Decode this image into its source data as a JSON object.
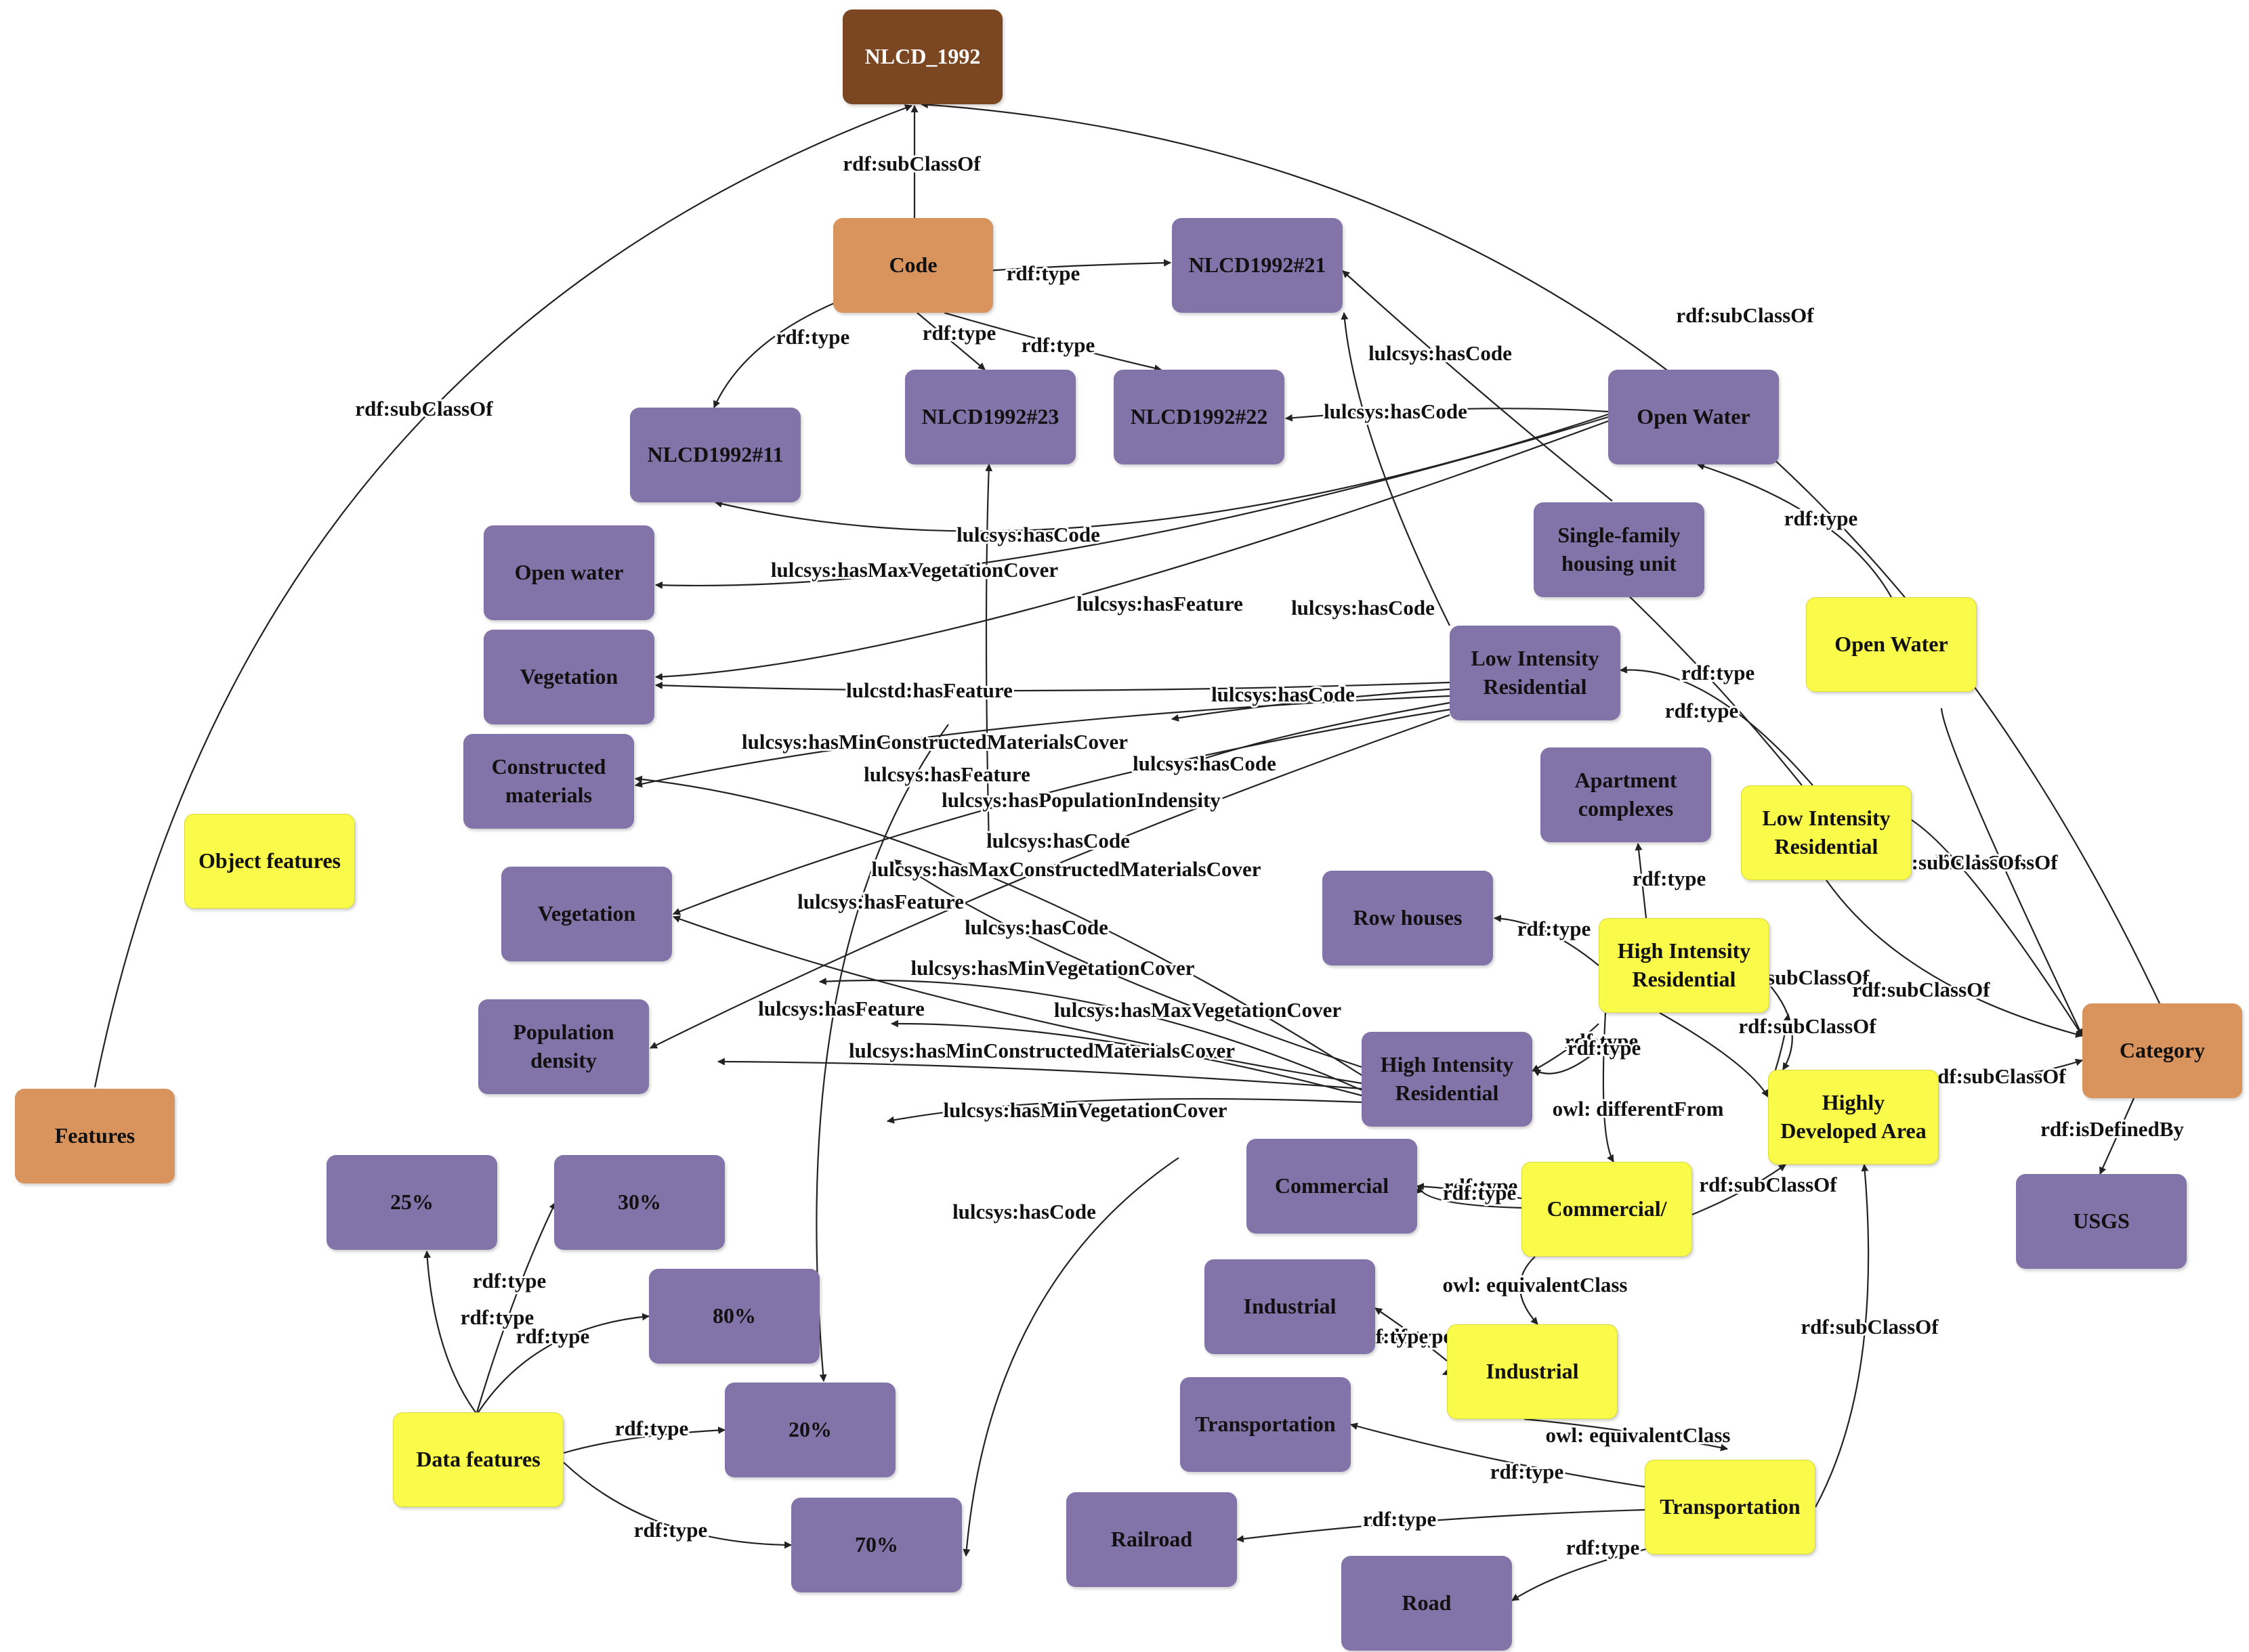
{
  "colors": {
    "root": "#7b4723",
    "class_node": "#d9935d",
    "instance_node": "#8274a9",
    "concept_node": "#fafa4a",
    "edge": "#222222"
  },
  "nodes": {
    "nlcd1992": "NLCD_1992",
    "code": "Code",
    "nlcd21": "NLCD1992#21",
    "nlcd11": "NLCD1992#11",
    "nlcd23": "NLCD1992#23",
    "nlcd22": "NLCD1992#22",
    "open_water_inst": "Open Water",
    "single_family": "Single-family\nhousing unit",
    "open_water_feat": "Open water",
    "vegetation_1": "Vegetation",
    "constructed": "Constructed\nmaterials",
    "low_intensity_inst": "Low Intensity\nResidential",
    "open_water_concept": "Open Water",
    "apartment": "Apartment\ncomplexes",
    "low_intensity_concept": "Low Intensity\nResidential",
    "object_features": "Object features",
    "vegetation_2": "Vegetation",
    "row_houses": "Row houses",
    "high_intensity_concept": "High Intensity\nResidential",
    "population": "Population\ndensity",
    "high_intensity_inst": "High Intensity\nResidential",
    "category": "Category",
    "highly_developed": "Highly\nDeveloped Area",
    "features": "Features",
    "pct25": "25%",
    "pct30": "30%",
    "commercial_inst": "Commercial",
    "commercial_concept": "Commercial/",
    "usgs": "USGS",
    "pct80": "80%",
    "industrial_inst": "Industrial",
    "industrial_concept": "Industrial",
    "pct20": "20%",
    "data_features": "Data features",
    "transportation_inst": "Transportation",
    "transportation_concept": "Transportation",
    "railroad": "Railroad",
    "pct70": "70%",
    "road": "Road"
  },
  "edges": [
    {
      "label": "rdf:subClassOf"
    },
    {
      "label": "rdf:subClassOf"
    },
    {
      "label": "rdf:subClassOf"
    },
    {
      "label": "rdf:type"
    },
    {
      "label": "rdf:type"
    },
    {
      "label": "rdf:type"
    },
    {
      "label": "rdf:type"
    },
    {
      "label": "lulcsys:hasCode"
    },
    {
      "label": "lulcsys:hasCode"
    },
    {
      "label": "rdf:type"
    },
    {
      "label": "lulcsys:hasCode"
    },
    {
      "label": "lulcsys:hasMaxVegetationCover"
    },
    {
      "label": "lulcsys:hasFeature"
    },
    {
      "label": "lulcsys:hasCode"
    },
    {
      "label": "rdf:type"
    },
    {
      "label": "rdf:type"
    },
    {
      "label": "rdf:type"
    },
    {
      "label": "lulcstd:hasFeature"
    },
    {
      "label": "lulcsys:hasCode"
    },
    {
      "label": "lulcsys:hasMinConstructedMaterialsCover"
    },
    {
      "label": "lulcsys:hasFeature"
    },
    {
      "label": "lulcsys:hasCode"
    },
    {
      "label": "lulcsys:hasPopulationIndensity"
    },
    {
      "label": "lulcsys:hasCode"
    },
    {
      "label": "lulcsys:hasMaxConstructedMaterialsCover"
    },
    {
      "label": "lulcsys:hasFeature"
    },
    {
      "label": "lulcsys:hasCode"
    },
    {
      "label": "lulcsys:hasMinVegetationCover"
    },
    {
      "label": "lulcsys:hasFeature"
    },
    {
      "label": "lulcsys:hasMaxVegetationCover"
    },
    {
      "label": "lulcsys:hasMinConstructedMaterialsCover"
    },
    {
      "label": "lulcsys:hasMinVegetationCover"
    },
    {
      "label": "lulcsys:hasCode"
    },
    {
      "label": "rdf:type"
    },
    {
      "label": "rdf:type"
    },
    {
      "label": "rdf:type"
    },
    {
      "label": "rdf:type"
    },
    {
      "label": "rdf:subClassOf"
    },
    {
      "label": "rdf:subClassOf"
    },
    {
      "label": "rdf:subClassOf"
    },
    {
      "label": "rdf:subClassOf"
    },
    {
      "label": "rdf:subClassOf"
    },
    {
      "label": "rdf:subClassOf"
    },
    {
      "label": "rdf:subClassOf"
    },
    {
      "label": "rdf:isDefinedBy"
    },
    {
      "label": "rdf:type"
    },
    {
      "label": "owl: differentFrom"
    },
    {
      "label": "rdf:type"
    },
    {
      "label": "owl: equivalentClass"
    },
    {
      "label": "rdf:subClassOf"
    },
    {
      "label": "rdf:type"
    },
    {
      "label": "rdf:type"
    },
    {
      "label": "rdf:type"
    },
    {
      "label": "rdf:type"
    },
    {
      "label": "rdf:type"
    },
    {
      "label": "rdf:type"
    },
    {
      "label": "owl: equivalentClass"
    },
    {
      "label": "rdf:type"
    },
    {
      "label": "rdf:type"
    },
    {
      "label": "rdf:type"
    },
    {
      "label": "rdf:subClassOf"
    }
  ]
}
